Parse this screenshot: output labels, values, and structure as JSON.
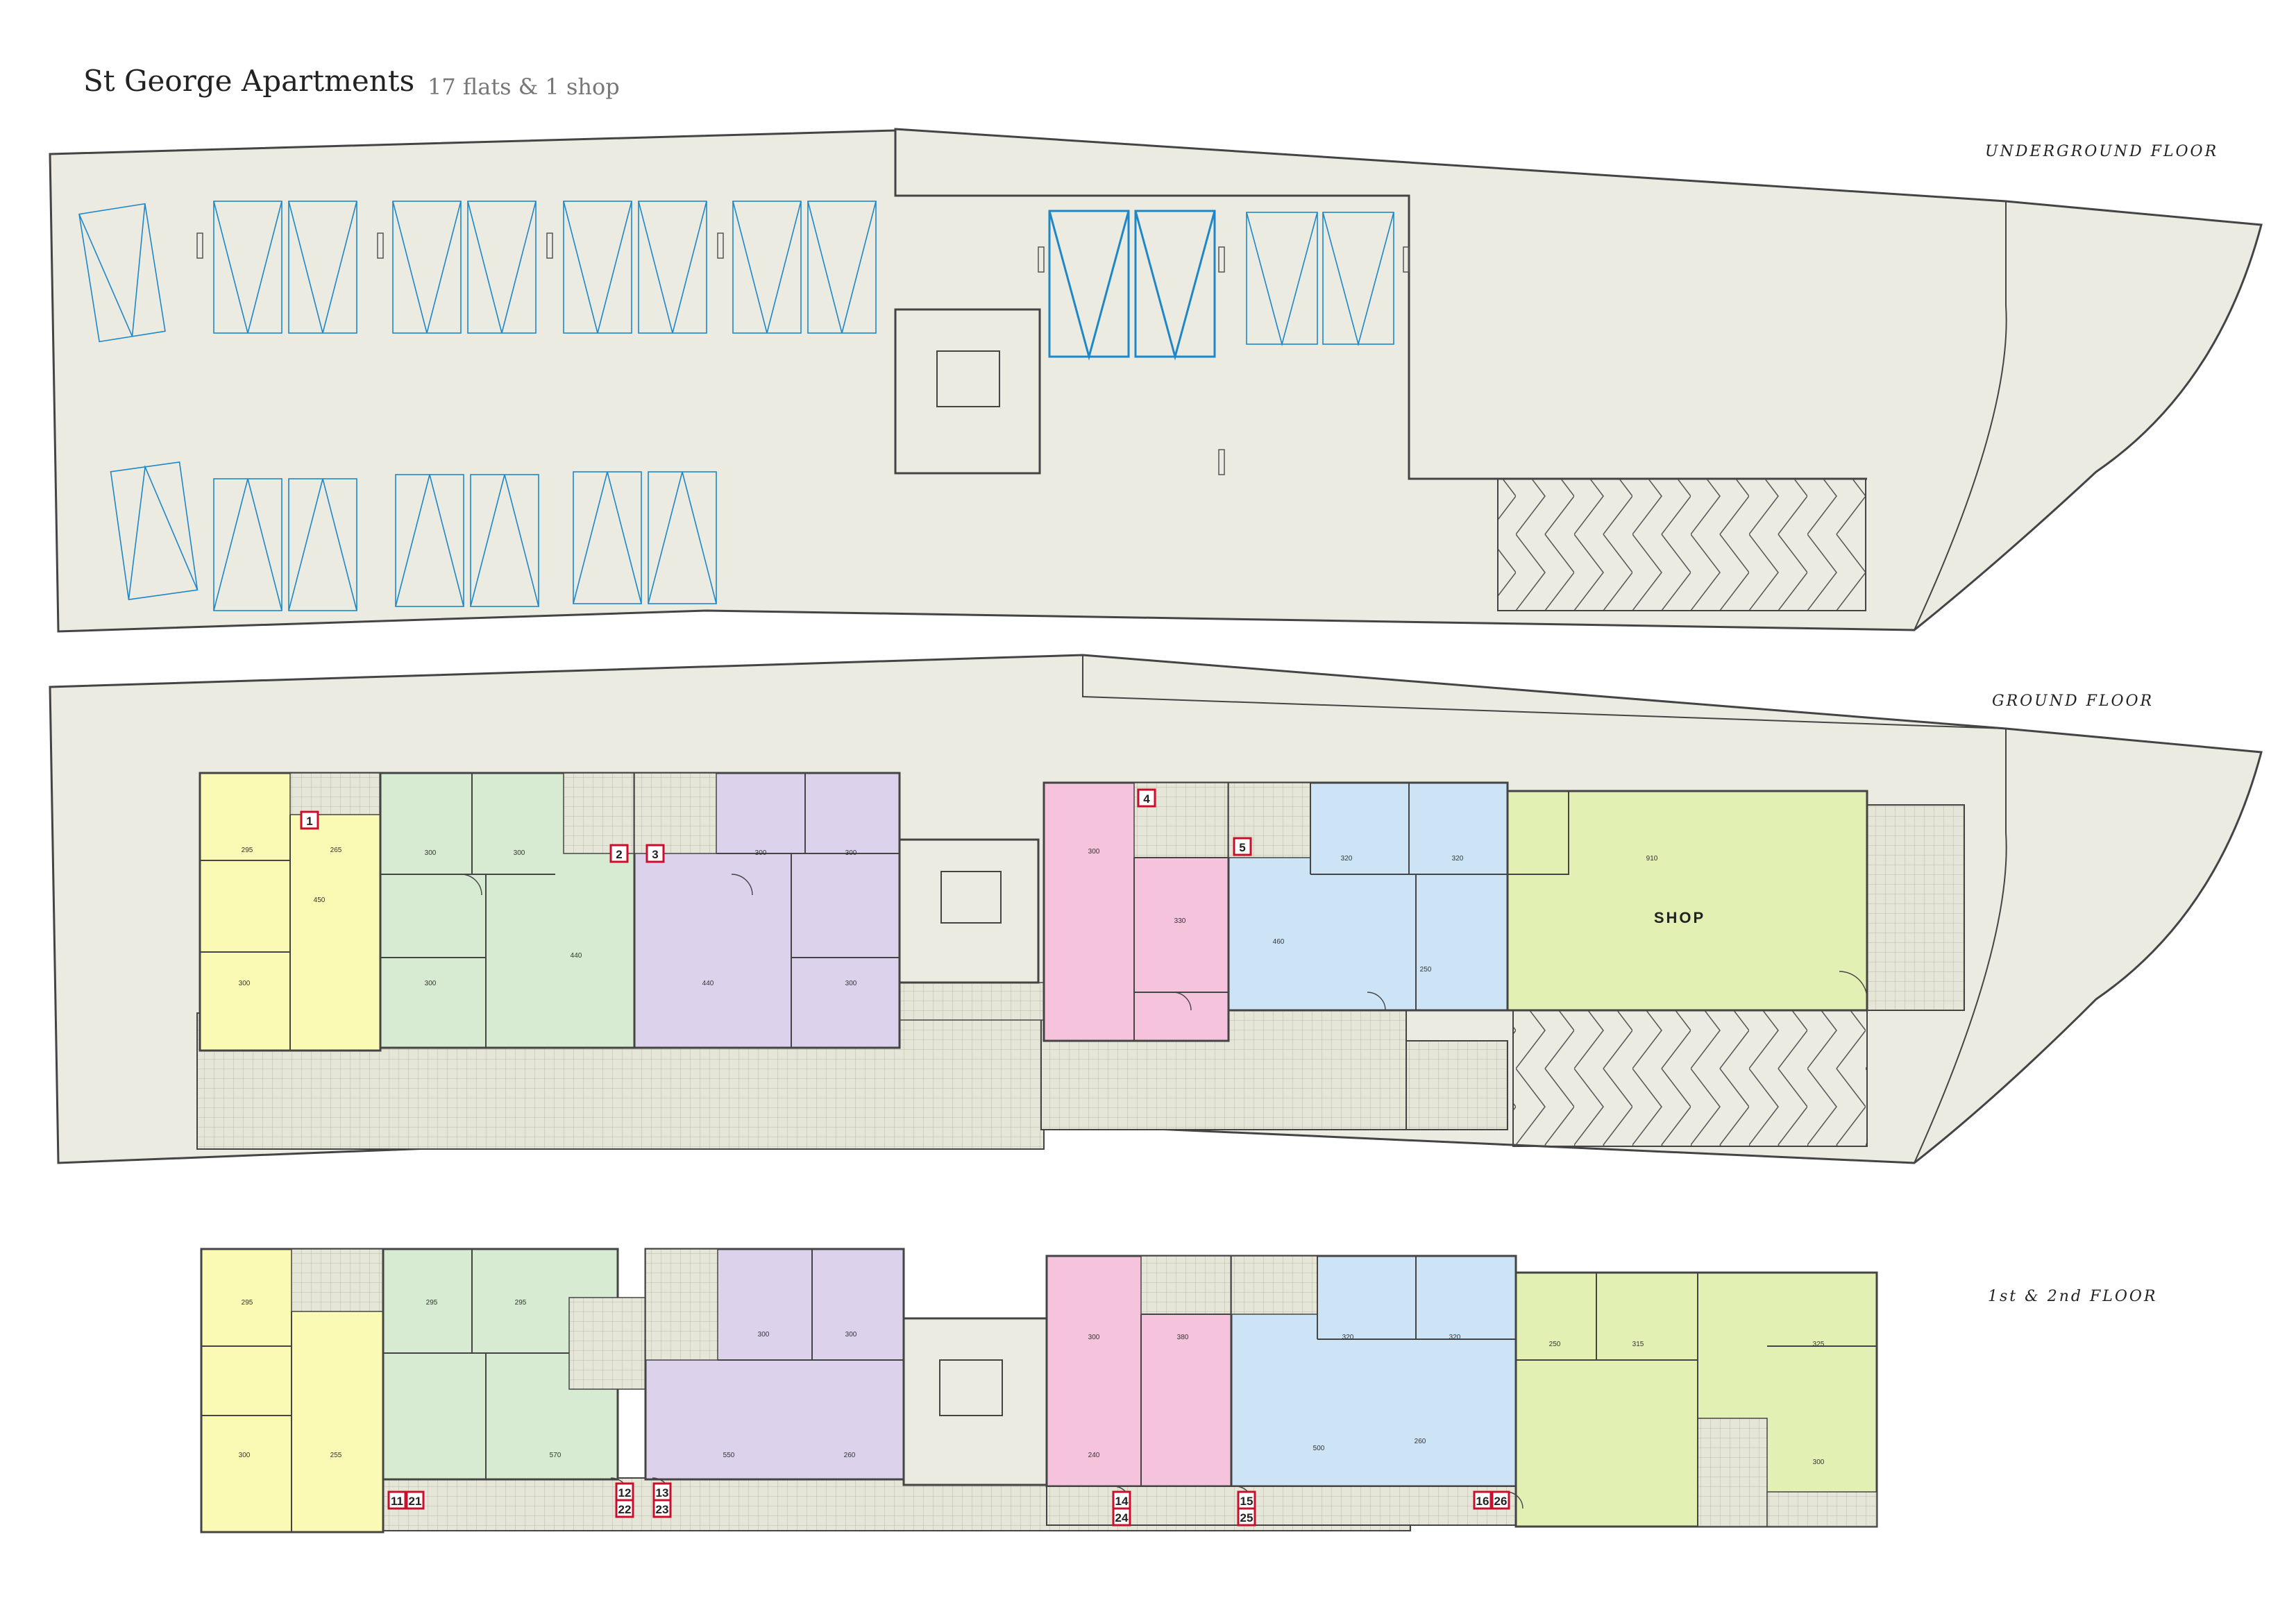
{
  "header": {
    "title": "St George Apartments",
    "subtitle": "17 flats & 1 shop"
  },
  "floors": {
    "underground": {
      "label": "UNDERGROUND FLOOR"
    },
    "ground": {
      "label": "GROUND FLOOR"
    },
    "upper": {
      "label": "1st & 2nd FLOOR"
    }
  },
  "shop": {
    "label": "SHOP"
  },
  "colors": {
    "site": "#ebebe2",
    "flat_yellow": "#fafab4",
    "flat_green": "#d7ebd2",
    "flat_purple": "#dcd2ec",
    "flat_pink": "#f5c3dc",
    "flat_blue": "#cde4f7",
    "flat_lime": "#e2f0b4",
    "terrace": "#e6e6d8",
    "wall": "#444444",
    "parking_line": "#1e87c8",
    "marker": "#c8102e"
  },
  "markers": {
    "ground": [
      "1",
      "2",
      "3",
      "4",
      "5"
    ],
    "upper": [
      [
        "11",
        "21"
      ],
      [
        "12",
        "22"
      ],
      [
        "13",
        "23"
      ],
      [
        "14",
        "24"
      ],
      [
        "15",
        "25"
      ],
      [
        "16",
        "26"
      ]
    ]
  }
}
